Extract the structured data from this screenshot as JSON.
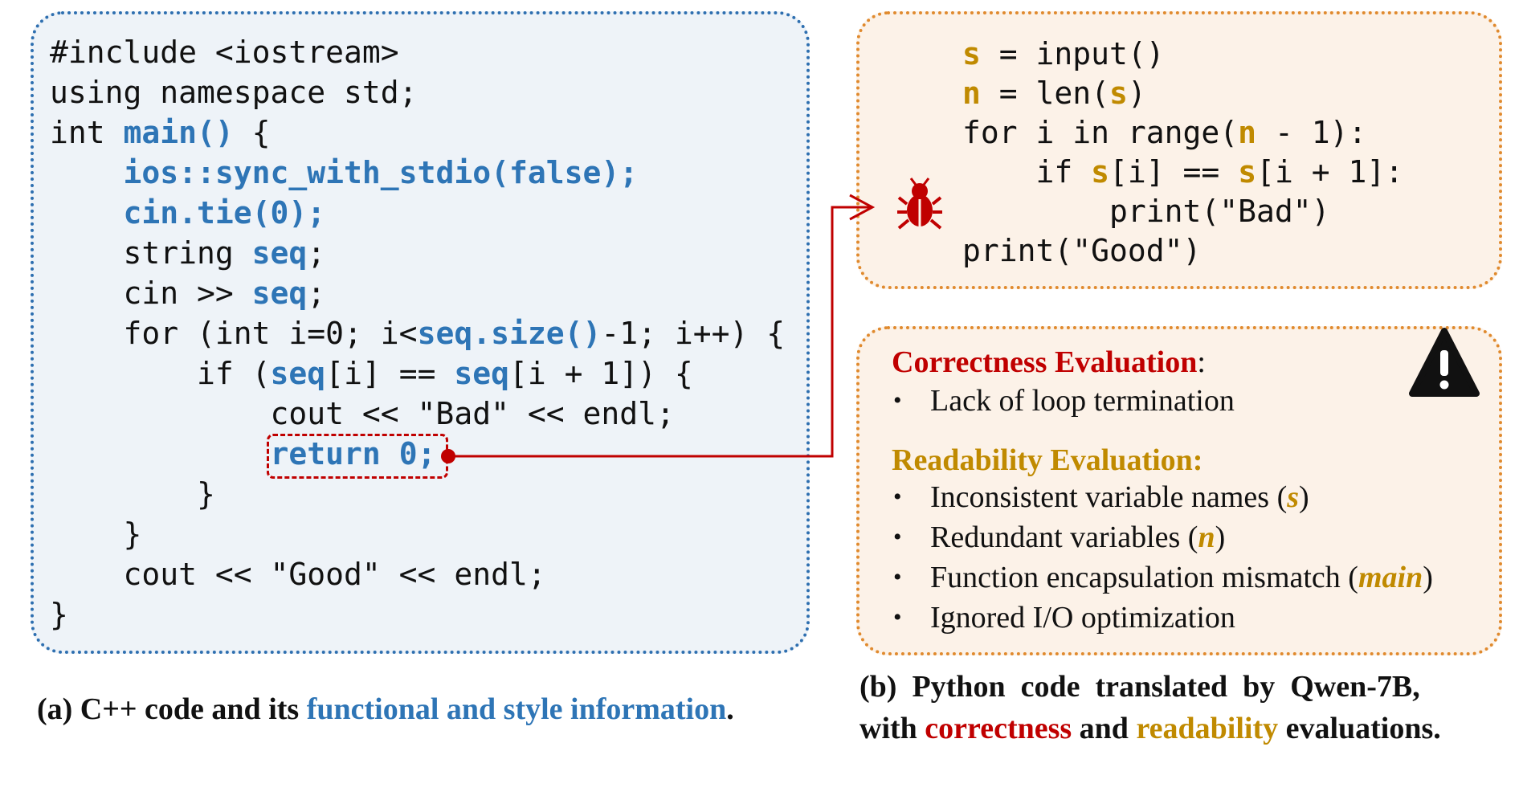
{
  "cpp_code": {
    "lines": [
      [
        {
          "t": "#include <iostream>"
        }
      ],
      [
        {
          "t": "using namespace std;"
        }
      ],
      [
        {
          "t": "int "
        },
        {
          "t": "main()",
          "h": "blue"
        },
        {
          "t": " {"
        }
      ],
      [
        {
          "t": "    "
        },
        {
          "t": "ios::sync_with_stdio(false);",
          "h": "blue"
        }
      ],
      [
        {
          "t": "    "
        },
        {
          "t": "cin.tie(0);",
          "h": "blue"
        }
      ],
      [
        {
          "t": "    string "
        },
        {
          "t": "seq",
          "h": "blue"
        },
        {
          "t": ";"
        }
      ],
      [
        {
          "t": "    cin >> "
        },
        {
          "t": "seq",
          "h": "blue"
        },
        {
          "t": ";"
        }
      ],
      [
        {
          "t": "    for (int i=0; i<"
        },
        {
          "t": "seq.size()",
          "h": "blue"
        },
        {
          "t": "-1; i++) {"
        }
      ],
      [
        {
          "t": "        if ("
        },
        {
          "t": "seq",
          "h": "blue"
        },
        {
          "t": "[i] == "
        },
        {
          "t": "seq",
          "h": "blue"
        },
        {
          "t": "[i + 1]) {"
        }
      ],
      [
        {
          "t": "            cout << \"Bad\" << endl;"
        }
      ],
      [
        {
          "t": "            "
        },
        {
          "t": "return 0;",
          "h": "blue"
        }
      ],
      [
        {
          "t": "        }"
        }
      ],
      [
        {
          "t": "    }"
        }
      ],
      [
        {
          "t": "    cout << \"Good\" << endl;"
        }
      ],
      [
        {
          "t": "}"
        }
      ]
    ]
  },
  "python_code": {
    "lines": [
      [
        {
          "t": "s",
          "h": "gold"
        },
        {
          "t": " = input()"
        }
      ],
      [
        {
          "t": "n",
          "h": "gold"
        },
        {
          "t": " = len("
        },
        {
          "t": "s",
          "h": "gold"
        },
        {
          "t": ")"
        }
      ],
      [
        {
          "t": "for i in range("
        },
        {
          "t": "n",
          "h": "gold"
        },
        {
          "t": " - 1):"
        }
      ],
      [
        {
          "t": "    if "
        },
        {
          "t": "s",
          "h": "gold"
        },
        {
          "t": "[i] == "
        },
        {
          "t": "s",
          "h": "gold"
        },
        {
          "t": "[i + 1]:"
        }
      ],
      [
        {
          "t": "        print(\"Bad\")"
        }
      ],
      [
        {
          "t": "print(\"Good\")"
        }
      ]
    ]
  },
  "evaluation": {
    "correctness_title": "Correctness Evaluation",
    "correctness_colon": ":",
    "correctness_items": [
      "Lack of loop termination"
    ],
    "readability_title": "Readability Evaluation:",
    "readability_items": [
      {
        "pre": "Inconsistent variable names (",
        "em": "s",
        "post": ")"
      },
      {
        "pre": "Redundant variables (",
        "em": "n",
        "post": ")"
      },
      {
        "pre": "Function encapsulation mismatch (",
        "em": "main",
        "post": ")"
      },
      {
        "pre": "Ignored I/O optimization",
        "em": "",
        "post": ""
      }
    ],
    "bullet": "•"
  },
  "caption_a": {
    "pre": "(a) C++ code and its ",
    "highlight": "functional and style information",
    "post": "."
  },
  "caption_b": {
    "line1": "(b)  Python  code  translated  by  Qwen-7B,",
    "line2_pre": "with ",
    "correctness": "correctness",
    "mid": " and ",
    "readability": "readability",
    "post": " evaluations."
  },
  "icons": {
    "bug": "bug-icon",
    "warning": "warning-icon"
  },
  "colors": {
    "blue": "#2e75b6",
    "gold": "#c08a00",
    "red": "#c00000",
    "cpp_border": "#2e6fb0",
    "py_border": "#e08a2e"
  }
}
